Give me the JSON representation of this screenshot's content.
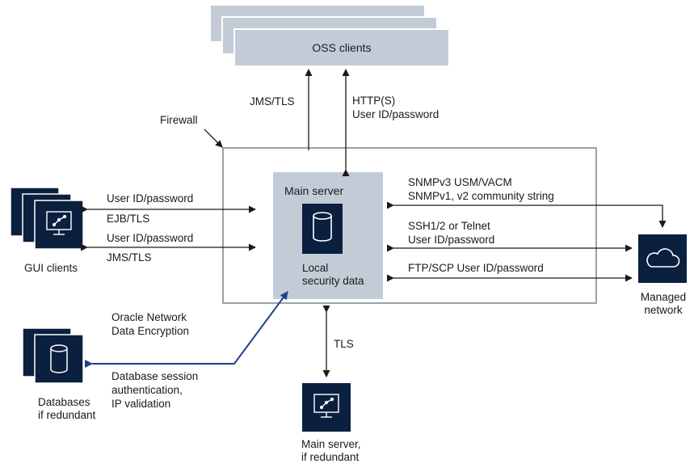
{
  "oss": {
    "label": "OSS clients"
  },
  "oss_links": {
    "left": "JMS/TLS",
    "right_line1": "HTTP(S)",
    "right_line2": "User ID/password"
  },
  "firewall": {
    "label": "Firewall"
  },
  "main_server": {
    "title": "Main server",
    "local_line1": "Local",
    "local_line2": "security data"
  },
  "gui": {
    "label": "GUI clients",
    "link1_top": "User ID/password",
    "link1_bottom": "EJB/TLS",
    "link2_top": "User ID/password",
    "link2_bottom": "JMS/TLS"
  },
  "network_links": {
    "snmp_line1": "SNMPv3 USM/VACM",
    "snmp_line2": "SNMPv1, v2 community string",
    "ssh_line1": "SSH1/2 or Telnet",
    "ssh_line2": "User ID/password",
    "ftp": "FTP/SCP User ID/password"
  },
  "managed": {
    "line1": "Managed",
    "line2": "network"
  },
  "db_link": {
    "top_line1": "Oracle Network",
    "top_line2": "Data Encryption",
    "bottom_line1": "Database session",
    "bottom_line2": "authentication,",
    "bottom_line3": "IP validation"
  },
  "databases": {
    "line1": "Databases",
    "line2": "if redundant"
  },
  "redundant_link": {
    "label": "TLS"
  },
  "redundant_server": {
    "line1": "Main server,",
    "line2": "if redundant"
  },
  "colors": {
    "navy": "#0b1f3f",
    "panel_gray": "#c3ccd6",
    "frame_gray": "#97a3ae",
    "arrow_dark": "#1a1a1a",
    "arrow_blue": "#1f3f8f"
  }
}
